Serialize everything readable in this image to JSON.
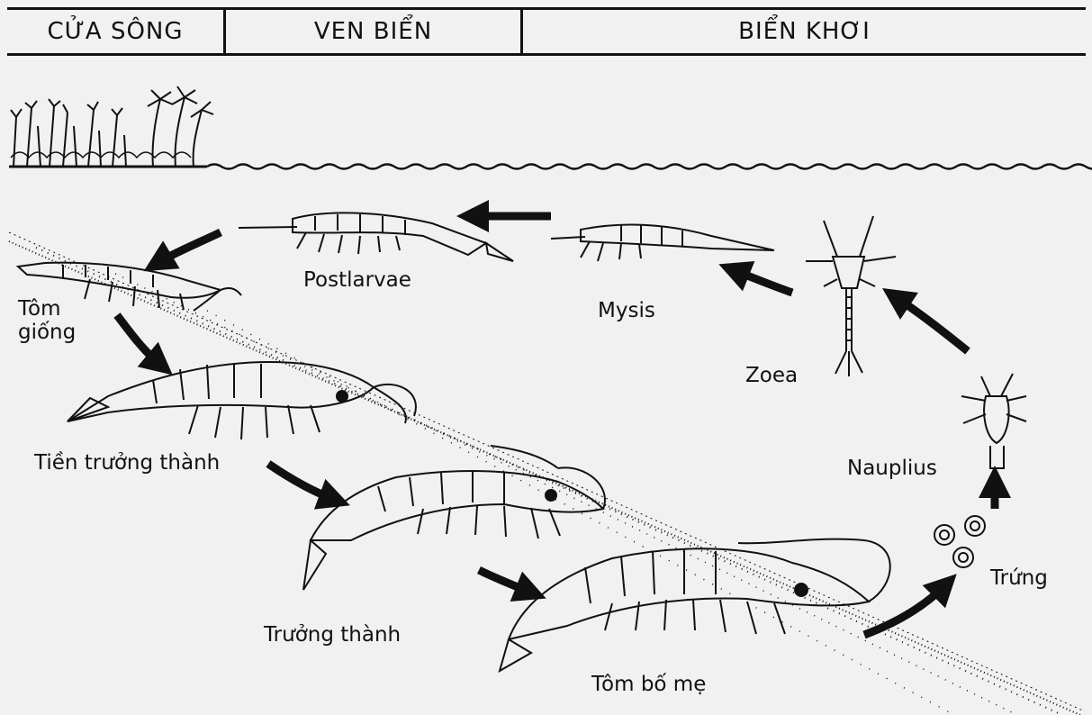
{
  "zones": [
    "CỬA SÔNG",
    "VEN BIỂN",
    "BIỂN KHƠI"
  ],
  "stages": {
    "tom_giong": "Tôm giống",
    "tien_truong_thanh": "Tiền trưởng thành",
    "truong_thanh": "Trưởng thành",
    "tom_bo_me": "Tôm bố mẹ",
    "trung": "Trứng",
    "nauplius": "Nauplius",
    "zoea": "Zoea",
    "mysis": "Mysis",
    "postlarvae": "Postlarvae"
  },
  "colors": {
    "ink": "#111111",
    "paper": "#f1f1f1"
  }
}
